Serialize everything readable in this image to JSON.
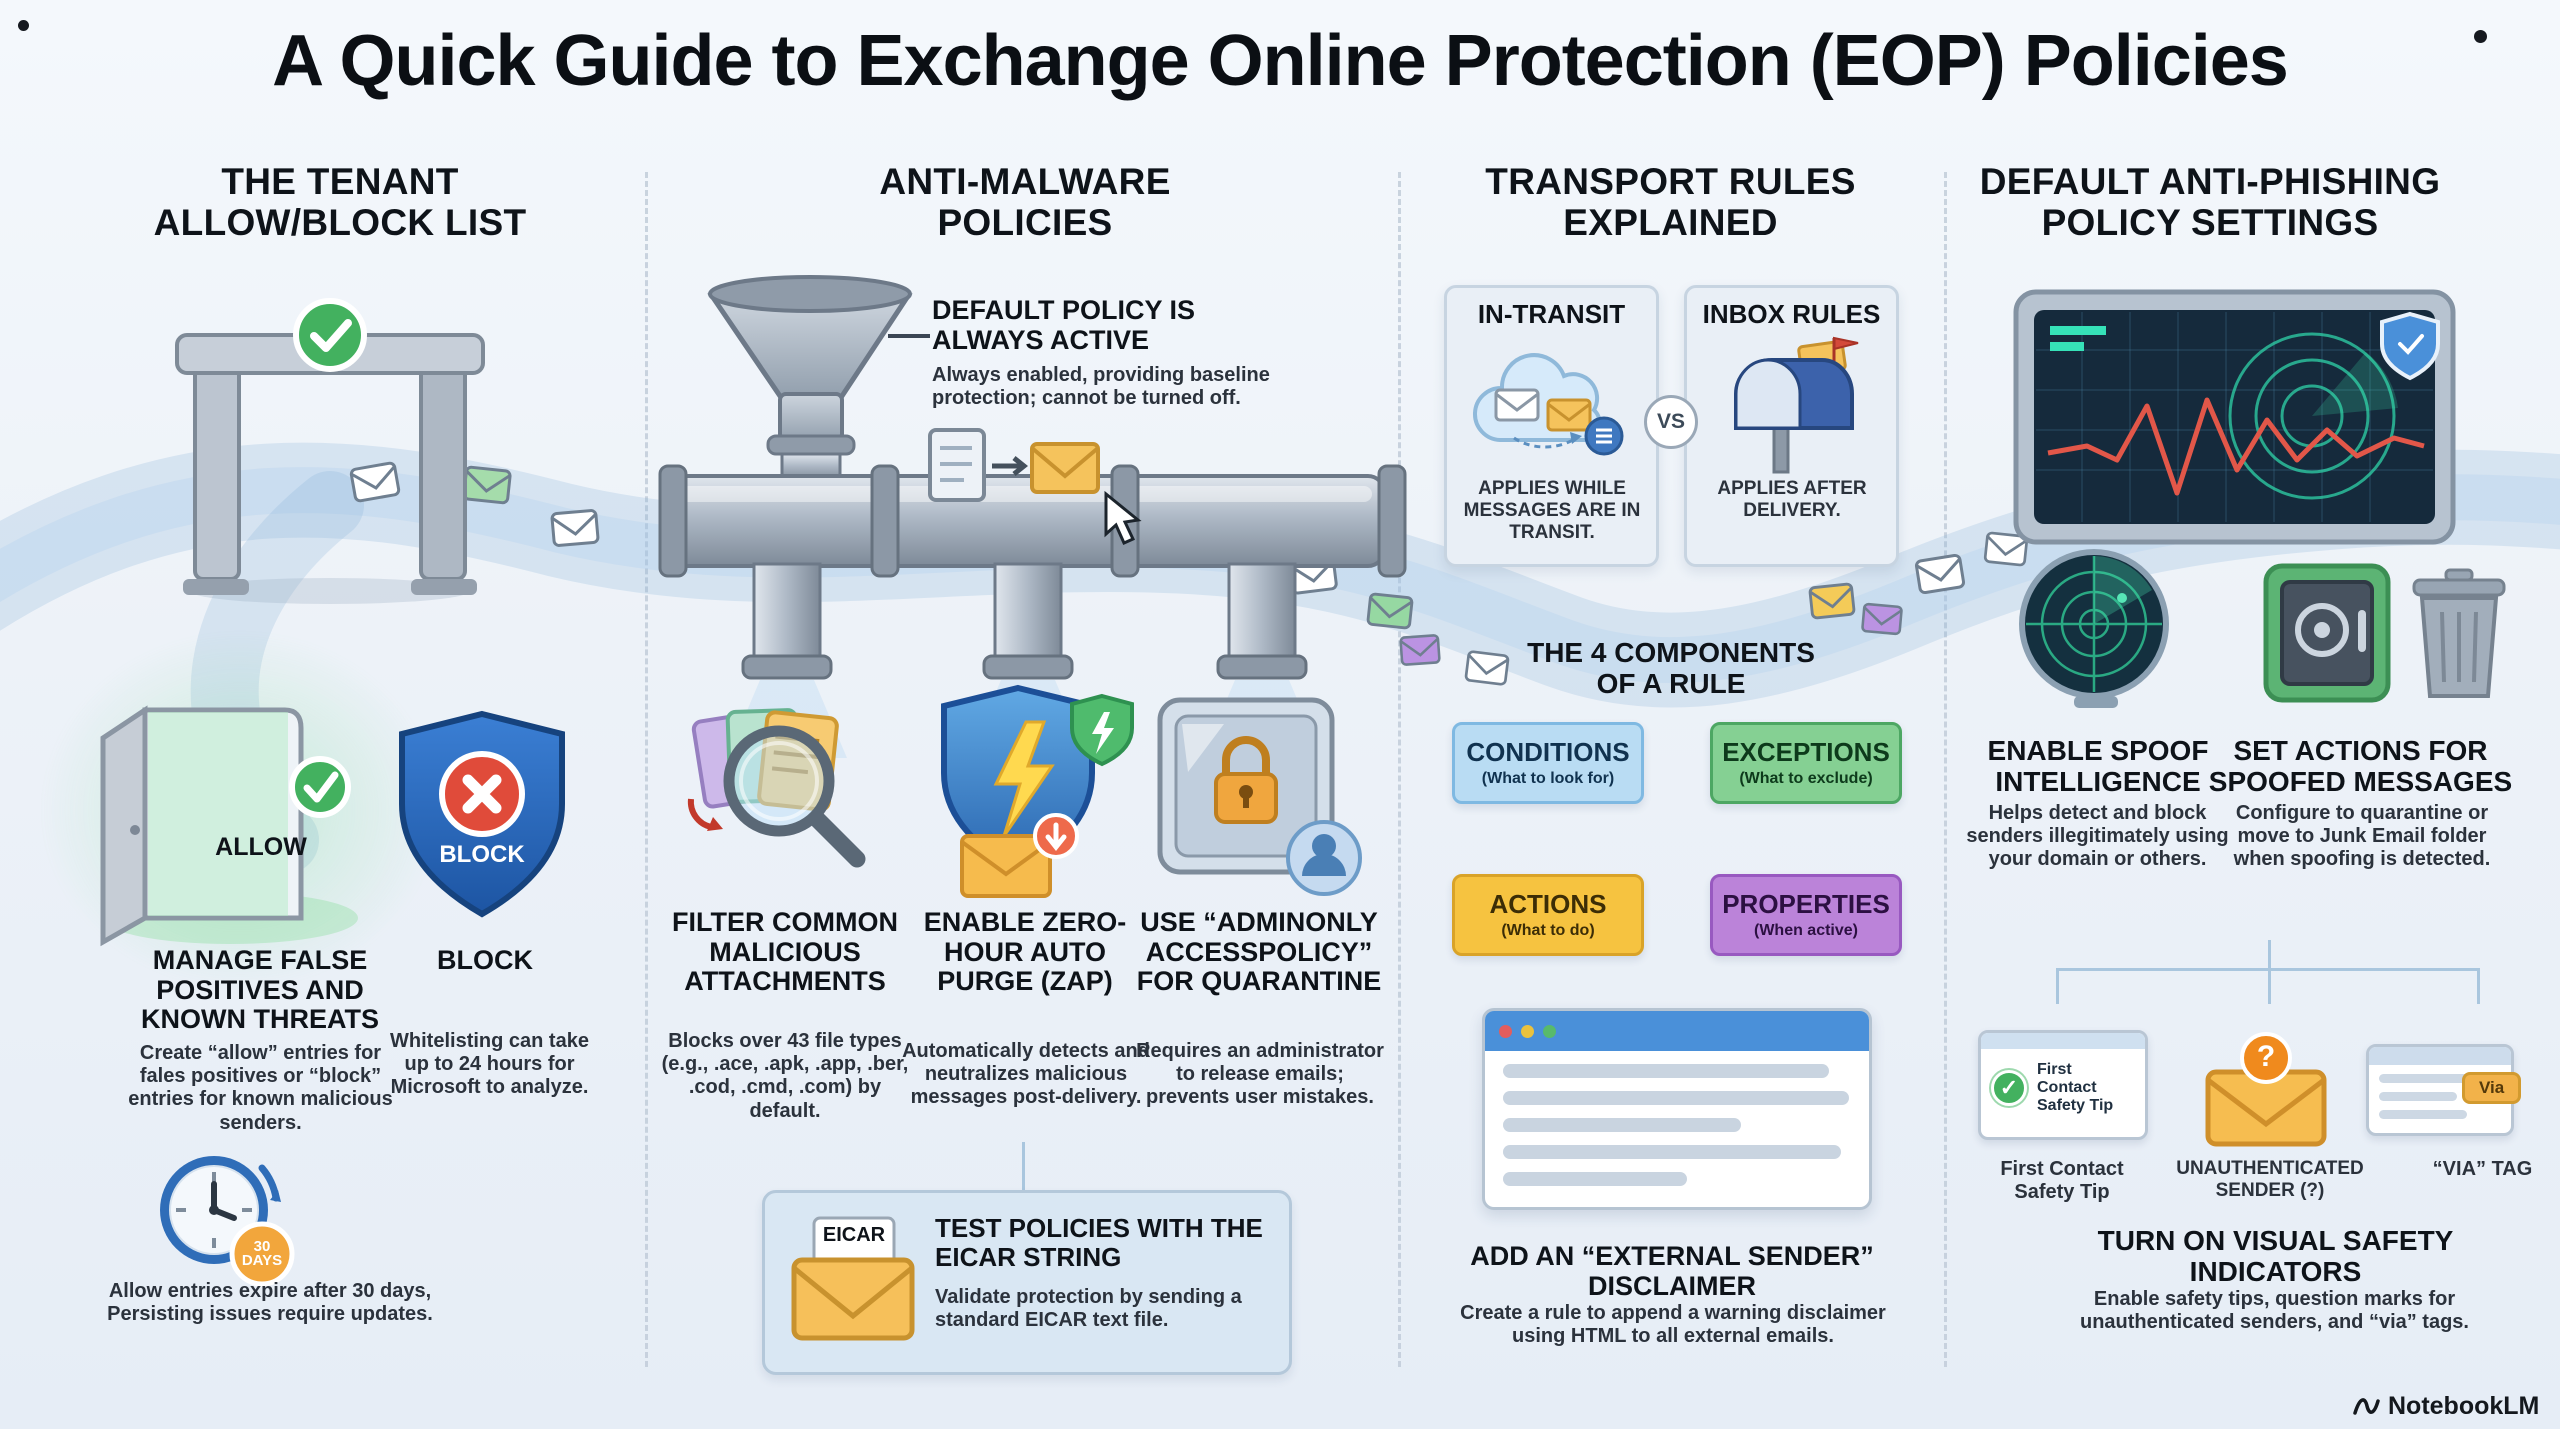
{
  "title": "A Quick Guide to Exchange Online Protection (EOP) Policies",
  "brand": "NotebookLM",
  "icons": {
    "check": "✓",
    "cross": "✕",
    "question": "?"
  },
  "colors": {
    "conditions": "#b9dcf3",
    "exceptions": "#85d093",
    "actions": "#f6c340",
    "properties": "#bb83d9",
    "allow_green": "#43b15f",
    "block_red": "#e04b3a",
    "shield_blue": "#2563ae",
    "accent_blue": "#4a90d9",
    "envelope_amber": "#f5c35c",
    "background": "#edf2f8"
  },
  "col1": {
    "header": "THE TENANT ALLOW/BLOCK LIST",
    "allow_label": "ALLOW",
    "shield_block_label": "BLOCK",
    "manage_title": "MANAGE FALSE POSITIVES AND KNOWN THREATS",
    "manage_body": "Create “allow” entries for fales positives or “block” entries for known malicious senders.",
    "block_title": "BLOCK",
    "block_body": "Whitelisting can take up to 24 hours for Microsoft to analyze.",
    "expire_badge": "30 DAYS",
    "expire_body": "Allow entries expire after 30 days, Persisting issues require updates."
  },
  "col2": {
    "header": "ANTI-MALWARE POLICIES",
    "default_title": "DEFAULT POLICY IS ALWAYS ACTIVE",
    "default_body": "Always enabled, providing baseline protection; cannot be turned off.",
    "filter_title": "FILTER COMMON MALICIOUS ATTACHMENTS",
    "filter_body": "Blocks over 43 file types (e.g., .ace, .apk, .app, .ber, .cod, .cmd, .com) by default.",
    "zap_title": "ENABLE ZERO-HOUR AUTO PURGE (ZAP)",
    "zap_body": "Automatically detects and neutralizes malicious messages post-delivery.",
    "quarantine_title": "USE “ADMINONLY ACCESSPOLICY” FOR QUARANTINE",
    "quarantine_body": "Requires an administrator to release emails; prevents user mistakes.",
    "eicar_label": "EICAR",
    "eicar_title": "TEST POLICIES WITH THE EICAR STRING",
    "eicar_body": "Validate protection by sending a standard EICAR text file."
  },
  "col3": {
    "header": "TRANSPORT RULES EXPLAINED",
    "in_transit_title": "IN-TRANSIT",
    "vs_label": "VS",
    "inbox_title": "INBOX RULES",
    "in_transit_body": "APPLIES WHILE MESSAGES ARE IN TRANSIT.",
    "inbox_body": "APPLIES AFTER DELIVERY.",
    "components_title": "THE 4 COMPONENTS OF A RULE",
    "components": [
      {
        "label": "CONDITIONS",
        "sub": "(What to look for)"
      },
      {
        "label": "EXCEPTIONS",
        "sub": "(What to exclude)"
      },
      {
        "label": "ACTIONS",
        "sub": "(What to do)"
      },
      {
        "label": "PROPERTIES",
        "sub": "(When active)"
      }
    ],
    "disclaimer_title": "ADD AN “EXTERNAL SENDER” DISCLAIMER",
    "disclaimer_body": "Create a rule to append a warning disclaimer using HTML to all external emails."
  },
  "col4": {
    "header": "DEFAULT ANTI-PHISHING POLICY SETTINGS",
    "spoof_title": "ENABLE SPOOF INTELLIGENCE",
    "spoof_body": "Helps detect and block senders illegitimately using your domain or others.",
    "actions_title": "SET ACTIONS FOR SPOOFED MESSAGES",
    "actions_body": "Configure to quarantine or move to Junk Email folder when spoofing is detected.",
    "tooltip_label": "First Contact Safety Tip",
    "unauth_mark": "?",
    "via_tag": "Via",
    "caption_safety_tip": "First Contact Safety Tip",
    "caption_unauth": "UNAUTHENTICATED SENDER (?)",
    "caption_via": "“VIA” TAG",
    "indicators_title": "TURN ON VISUAL SAFETY INDICATORS",
    "indicators_body": "Enable safety tips, question marks for unauthenticated senders, and “via” tags."
  }
}
